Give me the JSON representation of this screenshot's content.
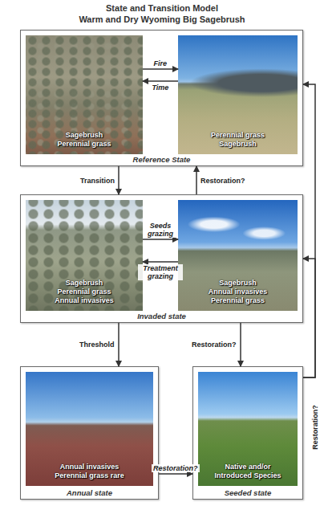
{
  "diagram": {
    "title": "State and Transition Model",
    "nodes": [
      {
        "text": [
          "Reference State"
        ]
      },
      {
        "text": [
          "Sagebrush",
          "Perennial grass"
        ],
        "in": 0
      },
      {
        "text": [
          "Perennial grass",
          "Sagebrush"
        ],
        "in": 0
      },
      {
        "text": [
          "Invaded state"
        ]
      },
      {
        "text": [
          "Sagebrush",
          "Perennial grass",
          "Annual invasives"
        ],
        "in": 3
      },
      {
        "text": [
          "Sagebrush",
          "Annual invasives",
          "Perennial grass"
        ],
        "in": 3
      },
      {
        "text": [
          "Annual state"
        ]
      },
      {
        "text": [
          "Annual invasives",
          "Perennial grass rare"
        ],
        "in": 6
      },
      {
        "text": [
          "Seeded state"
        ]
      },
      {
        "text": [
          "Native and/or",
          "Introduced Species"
        ],
        "in": 8
      }
    ],
    "edges": [
      {
        "from": 1,
        "to": 2,
        "label": "Fire",
        "arrow": "to"
      },
      {
        "from": 2,
        "to": 1,
        "label": "Time",
        "arrow": "to"
      },
      {
        "from": 0,
        "to": 3,
        "label": "Transition",
        "arrow": "to"
      },
      {
        "from": 3,
        "to": 0,
        "label": "Restoration?",
        "arrow": "to"
      },
      {
        "from": 4,
        "to": 5,
        "label": "Seeds grazing",
        "arrow": "to"
      },
      {
        "from": 5,
        "to": 4,
        "label": "Treatment grazing",
        "arrow": "to"
      },
      {
        "from": 3,
        "to": 6,
        "label": "Threshold",
        "arrow": "to"
      },
      {
        "from": 3,
        "to": 8,
        "label": "Restoration?",
        "arrow": "to"
      },
      {
        "from": 6,
        "to": 8,
        "label": "Restoration?",
        "arrow": "to"
      },
      {
        "from": 8,
        "to": 0,
        "label": "Restoration?",
        "arrow": "to"
      },
      {
        "from": 8,
        "to": 3,
        "arrow": "to"
      }
    ],
    "labels": [
      "Warm and Dry Wyoming Big Sagebrush"
    ]
  }
}
